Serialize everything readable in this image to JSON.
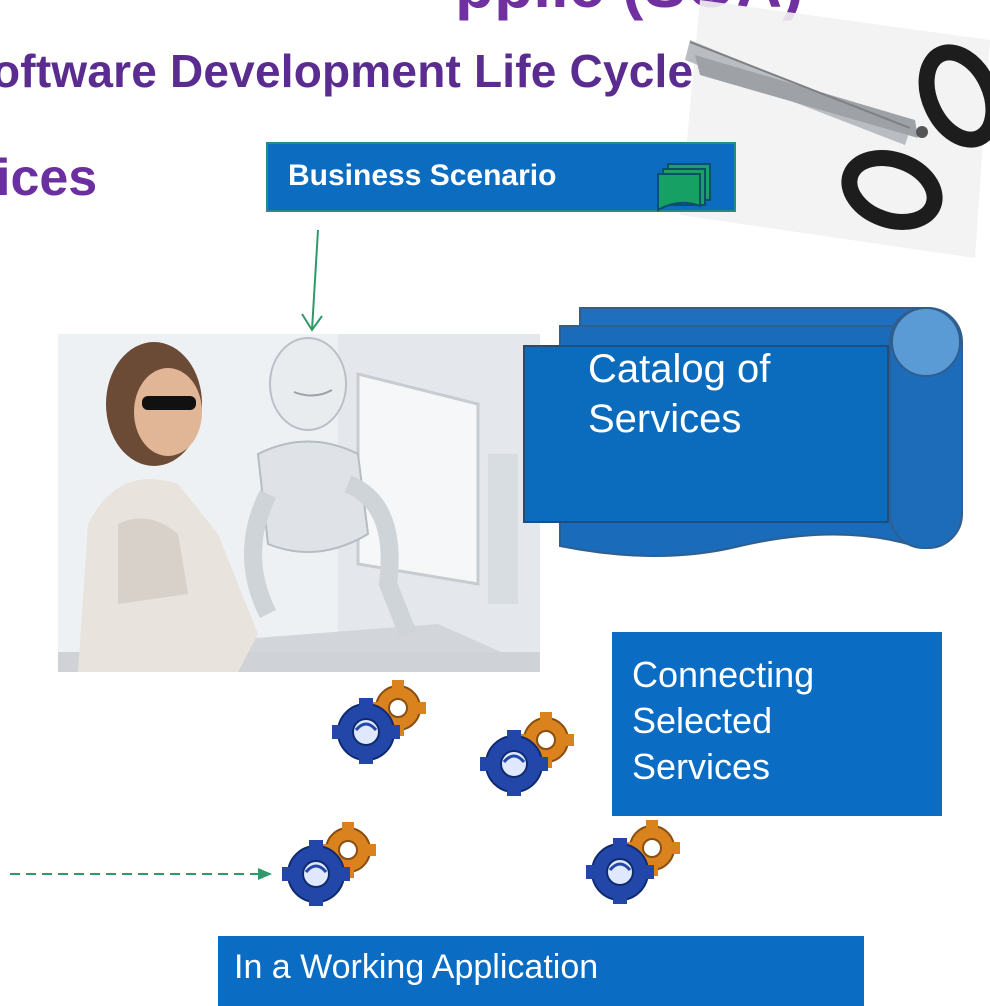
{
  "slide": {
    "title_partial": "pplic (SOA)",
    "title": "oftware Development Life Cycle",
    "subtitle": "ices"
  },
  "diagram": {
    "business_scenario": "Business Scenario",
    "catalog": {
      "line1": "Catalog of",
      "line2": "Services"
    },
    "connecting": {
      "line1": "Connecting",
      "line2": "Selected",
      "line3": "Services"
    },
    "working_app": "In a Working Application"
  },
  "colors": {
    "title": "#5b2c8f",
    "box_blue": "#0a6cc2",
    "scroll_blue": "#0b6bbd",
    "arrow_green": "#2e9a6a",
    "gear_blue": "#2347a8",
    "gear_orange": "#d9821e"
  },
  "icons": [
    "scissors-icon",
    "document-stack-icon",
    "scroll-icon",
    "gear-pair-icon",
    "arrow-down-icon",
    "dashed-arrow-icon"
  ]
}
